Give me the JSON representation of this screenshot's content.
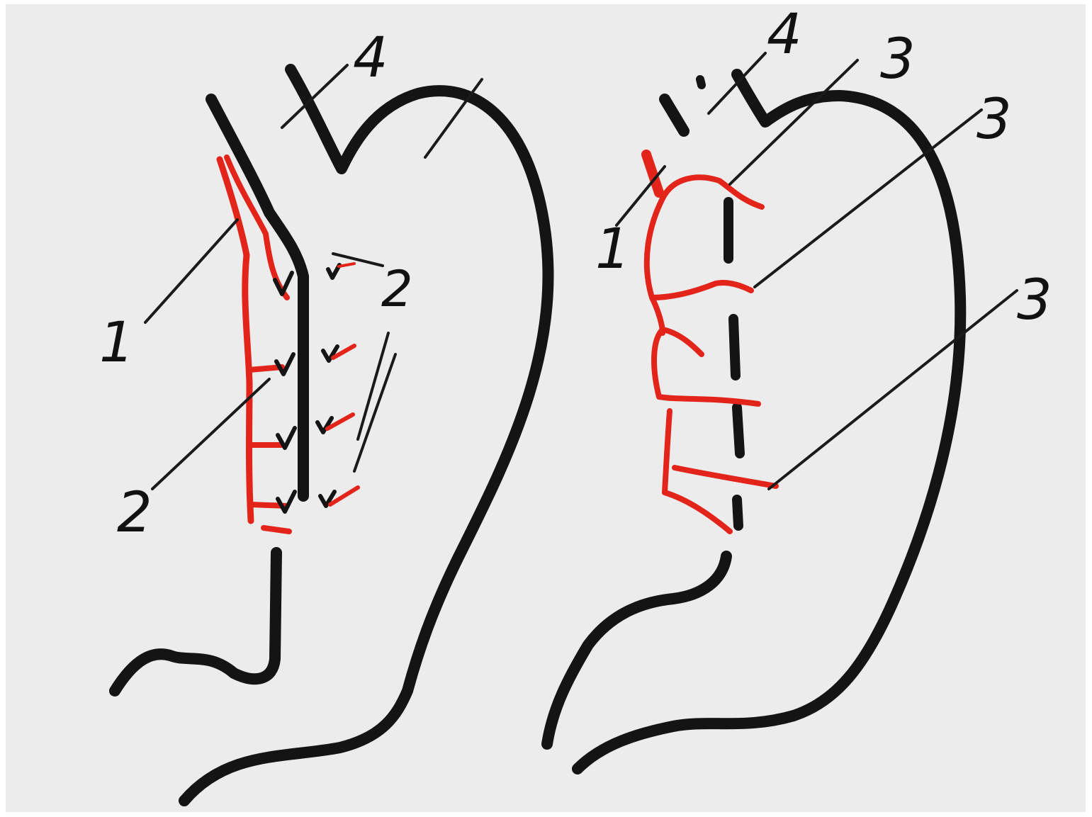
{
  "colors": {
    "paper": "#ececec",
    "organ_outline": "#141414",
    "vessels": "#e3241b",
    "leader_lines": "#1a1a1a"
  },
  "left_figure": {
    "labels": {
      "one": "1",
      "two_lower": "2",
      "two_upper": "2",
      "four": "4"
    }
  },
  "right_figure": {
    "labels": {
      "one": "1",
      "four": "4",
      "three_a": "3",
      "three_b": "3",
      "three_c": "3"
    }
  }
}
